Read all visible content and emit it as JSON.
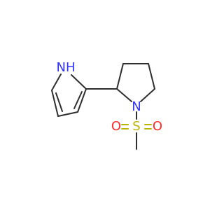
{
  "colors": {
    "background": "#ffffff",
    "bond": "#2f2f2f",
    "nitrogen": "#3333ff",
    "sulfur": "#b8b400",
    "oxygen": "#ff2a2a"
  },
  "labels": {
    "nh": "NH",
    "n": "N",
    "s": "S",
    "o_left": "O",
    "o_right": "O"
  }
}
